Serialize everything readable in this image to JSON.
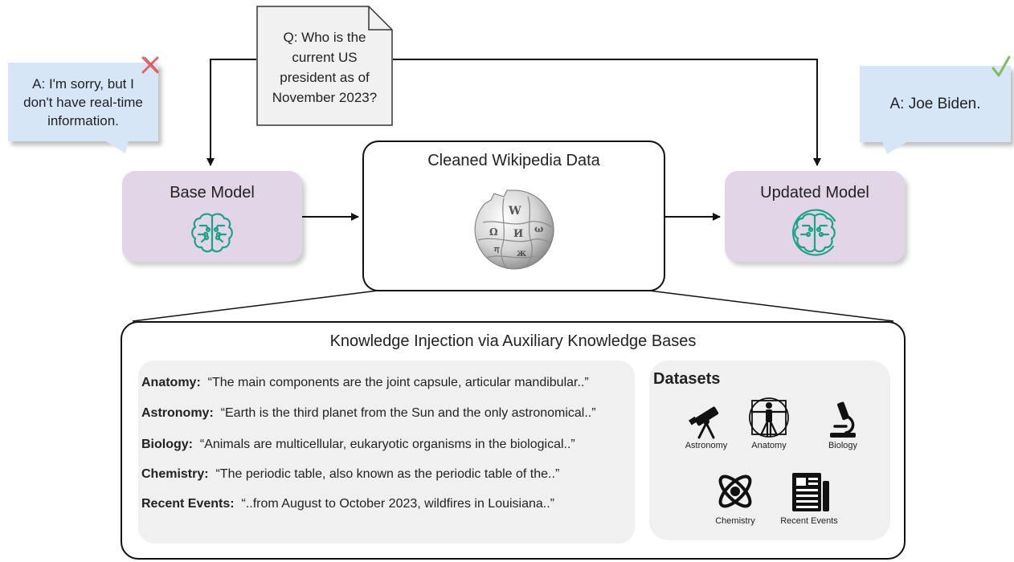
{
  "question": {
    "text": "Q: Who is the current US president as of November 2023?",
    "lines": [
      "Q: Who is the",
      "current US",
      "president as of",
      "November 2023?"
    ]
  },
  "left_answer": {
    "lines": [
      "A: I'm sorry, but I",
      "don't have real-time",
      "information."
    ],
    "mark": "x-mark-icon",
    "mark_color": "#e06666"
  },
  "right_answer": {
    "text": "A: Joe Biden.",
    "mark": "check-mark-icon",
    "mark_color": "#7bbf5a"
  },
  "base_model": {
    "title": "Base Model",
    "icon": "brain-circuit-icon"
  },
  "updated_model": {
    "title": "Updated Model",
    "icon": "brain-circuit-update-icon"
  },
  "wikipedia": {
    "title": "Cleaned Wikipedia Data",
    "icon": "wikipedia-globe-icon"
  },
  "knowledge_injection": {
    "title": "Knowledge Injection via Auxiliary Knowledge Bases",
    "samples": [
      {
        "domain": "Anatomy:",
        "text": "“The main components are the joint capsule, articular mandibular..”"
      },
      {
        "domain": "Astronomy:",
        "text": "“Earth is the third planet from the Sun and the only astronomical..”"
      },
      {
        "domain": "Biology:",
        "text": "“Animals are multicellular, eukaryotic organisms in the biological..”"
      },
      {
        "domain": "Chemistry:",
        "text": "“The periodic table, also known as the periodic table of the..”"
      },
      {
        "domain": "Recent Events:",
        "text": "“..from August to October 2023, wildfires in Louisiana..”"
      }
    ],
    "datasets": {
      "title": "Datasets",
      "items": [
        {
          "label": "Astronomy",
          "icon": "telescope-icon"
        },
        {
          "label": "Anatomy",
          "icon": "vitruvian-man-icon"
        },
        {
          "label": "Biology",
          "icon": "microscope-icon"
        },
        {
          "label": "Chemistry",
          "icon": "atom-icon"
        },
        {
          "label": "Recent Events",
          "icon": "newspaper-icon"
        }
      ]
    }
  },
  "colors": {
    "bubble": "#d6e6f7",
    "model_box": "#e2d5e7",
    "brain_icon": "#1aa38a",
    "panel": "#f0f0f0"
  }
}
